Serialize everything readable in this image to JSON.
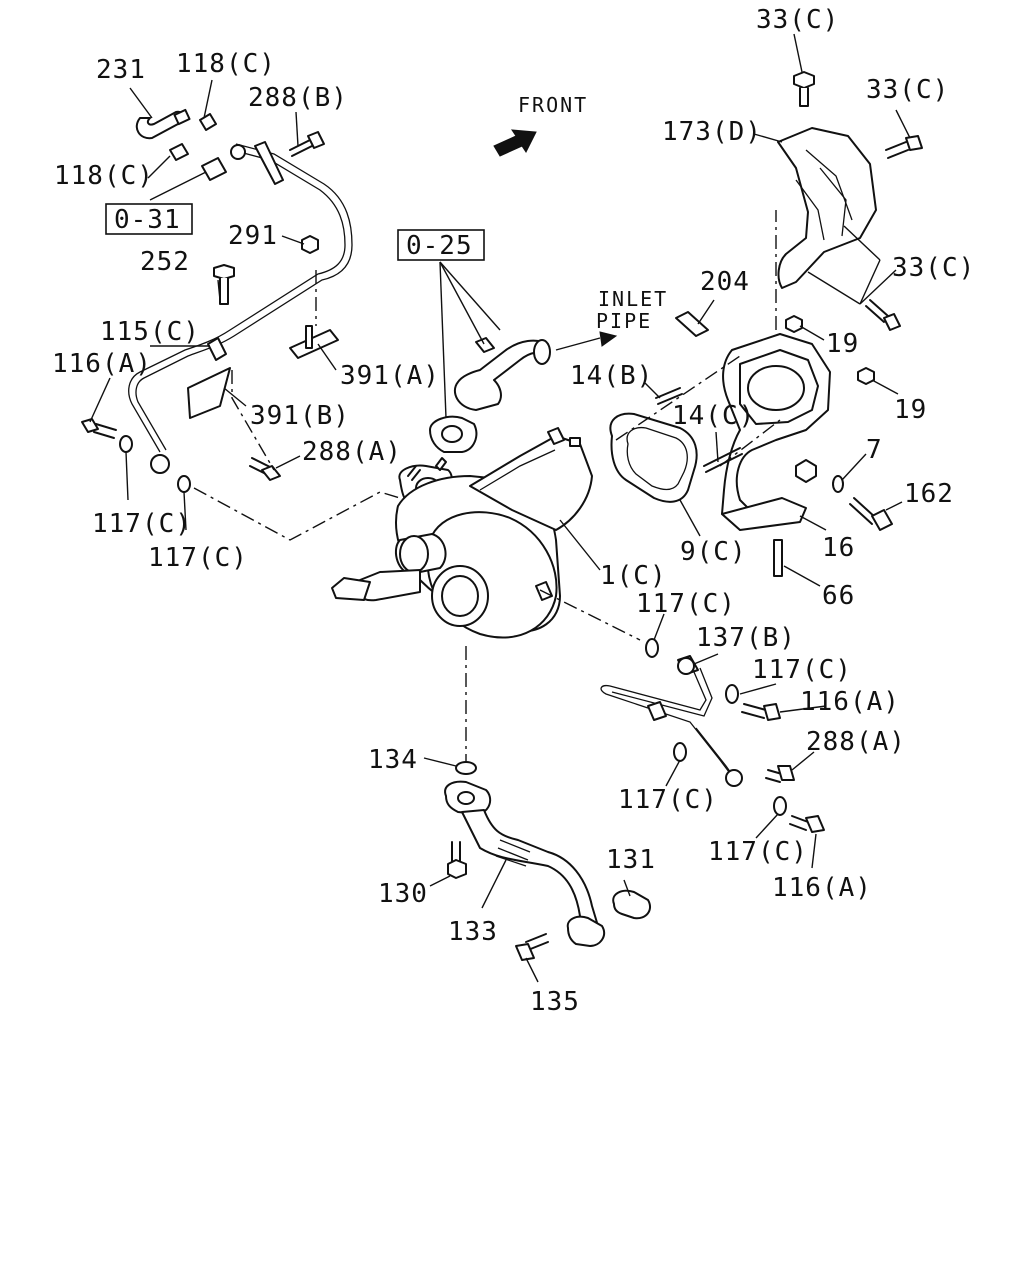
{
  "labels": {
    "p231": "231",
    "p118c_top": "118(C)",
    "p288b": "288(B)",
    "p118c_left": "118(C)",
    "ref_031": "0-31",
    "p291": "291",
    "p252": "252",
    "p115c": "115(C)",
    "p116a_left": "116(A)",
    "p391a": "391(A)",
    "p391b": "391(B)",
    "p288a_left": "288(A)",
    "p117c_l1": "117(C)",
    "p117c_l2": "117(C)",
    "ref_025": "0-25",
    "front": "FRONT",
    "inlet_1": "INLET",
    "inlet_2": "PIPE",
    "p204": "204",
    "p33c_top": "33(C)",
    "p33c_mid": "33(C)",
    "p33c_low": "33(C)",
    "p173d": "173(D)",
    "p19_a": "19",
    "p19_b": "19",
    "p14b": "14(B)",
    "p14c": "14(C)",
    "p7": "7",
    "p162": "162",
    "p9c": "9(C)",
    "p16": "16",
    "p1c": "1(C)",
    "p66": "66",
    "p117c_r1": "117(C)",
    "p137b": "137(B)",
    "p117c_r2": "117(C)",
    "p116a_r1": "116(A)",
    "p288a_right": "288(A)",
    "p134": "134",
    "p117c_r3": "117(C)",
    "p117c_r4": "117(C)",
    "p116a_r2": "116(A)",
    "p131": "131",
    "p130": "130",
    "p133": "133",
    "p135": "135"
  }
}
